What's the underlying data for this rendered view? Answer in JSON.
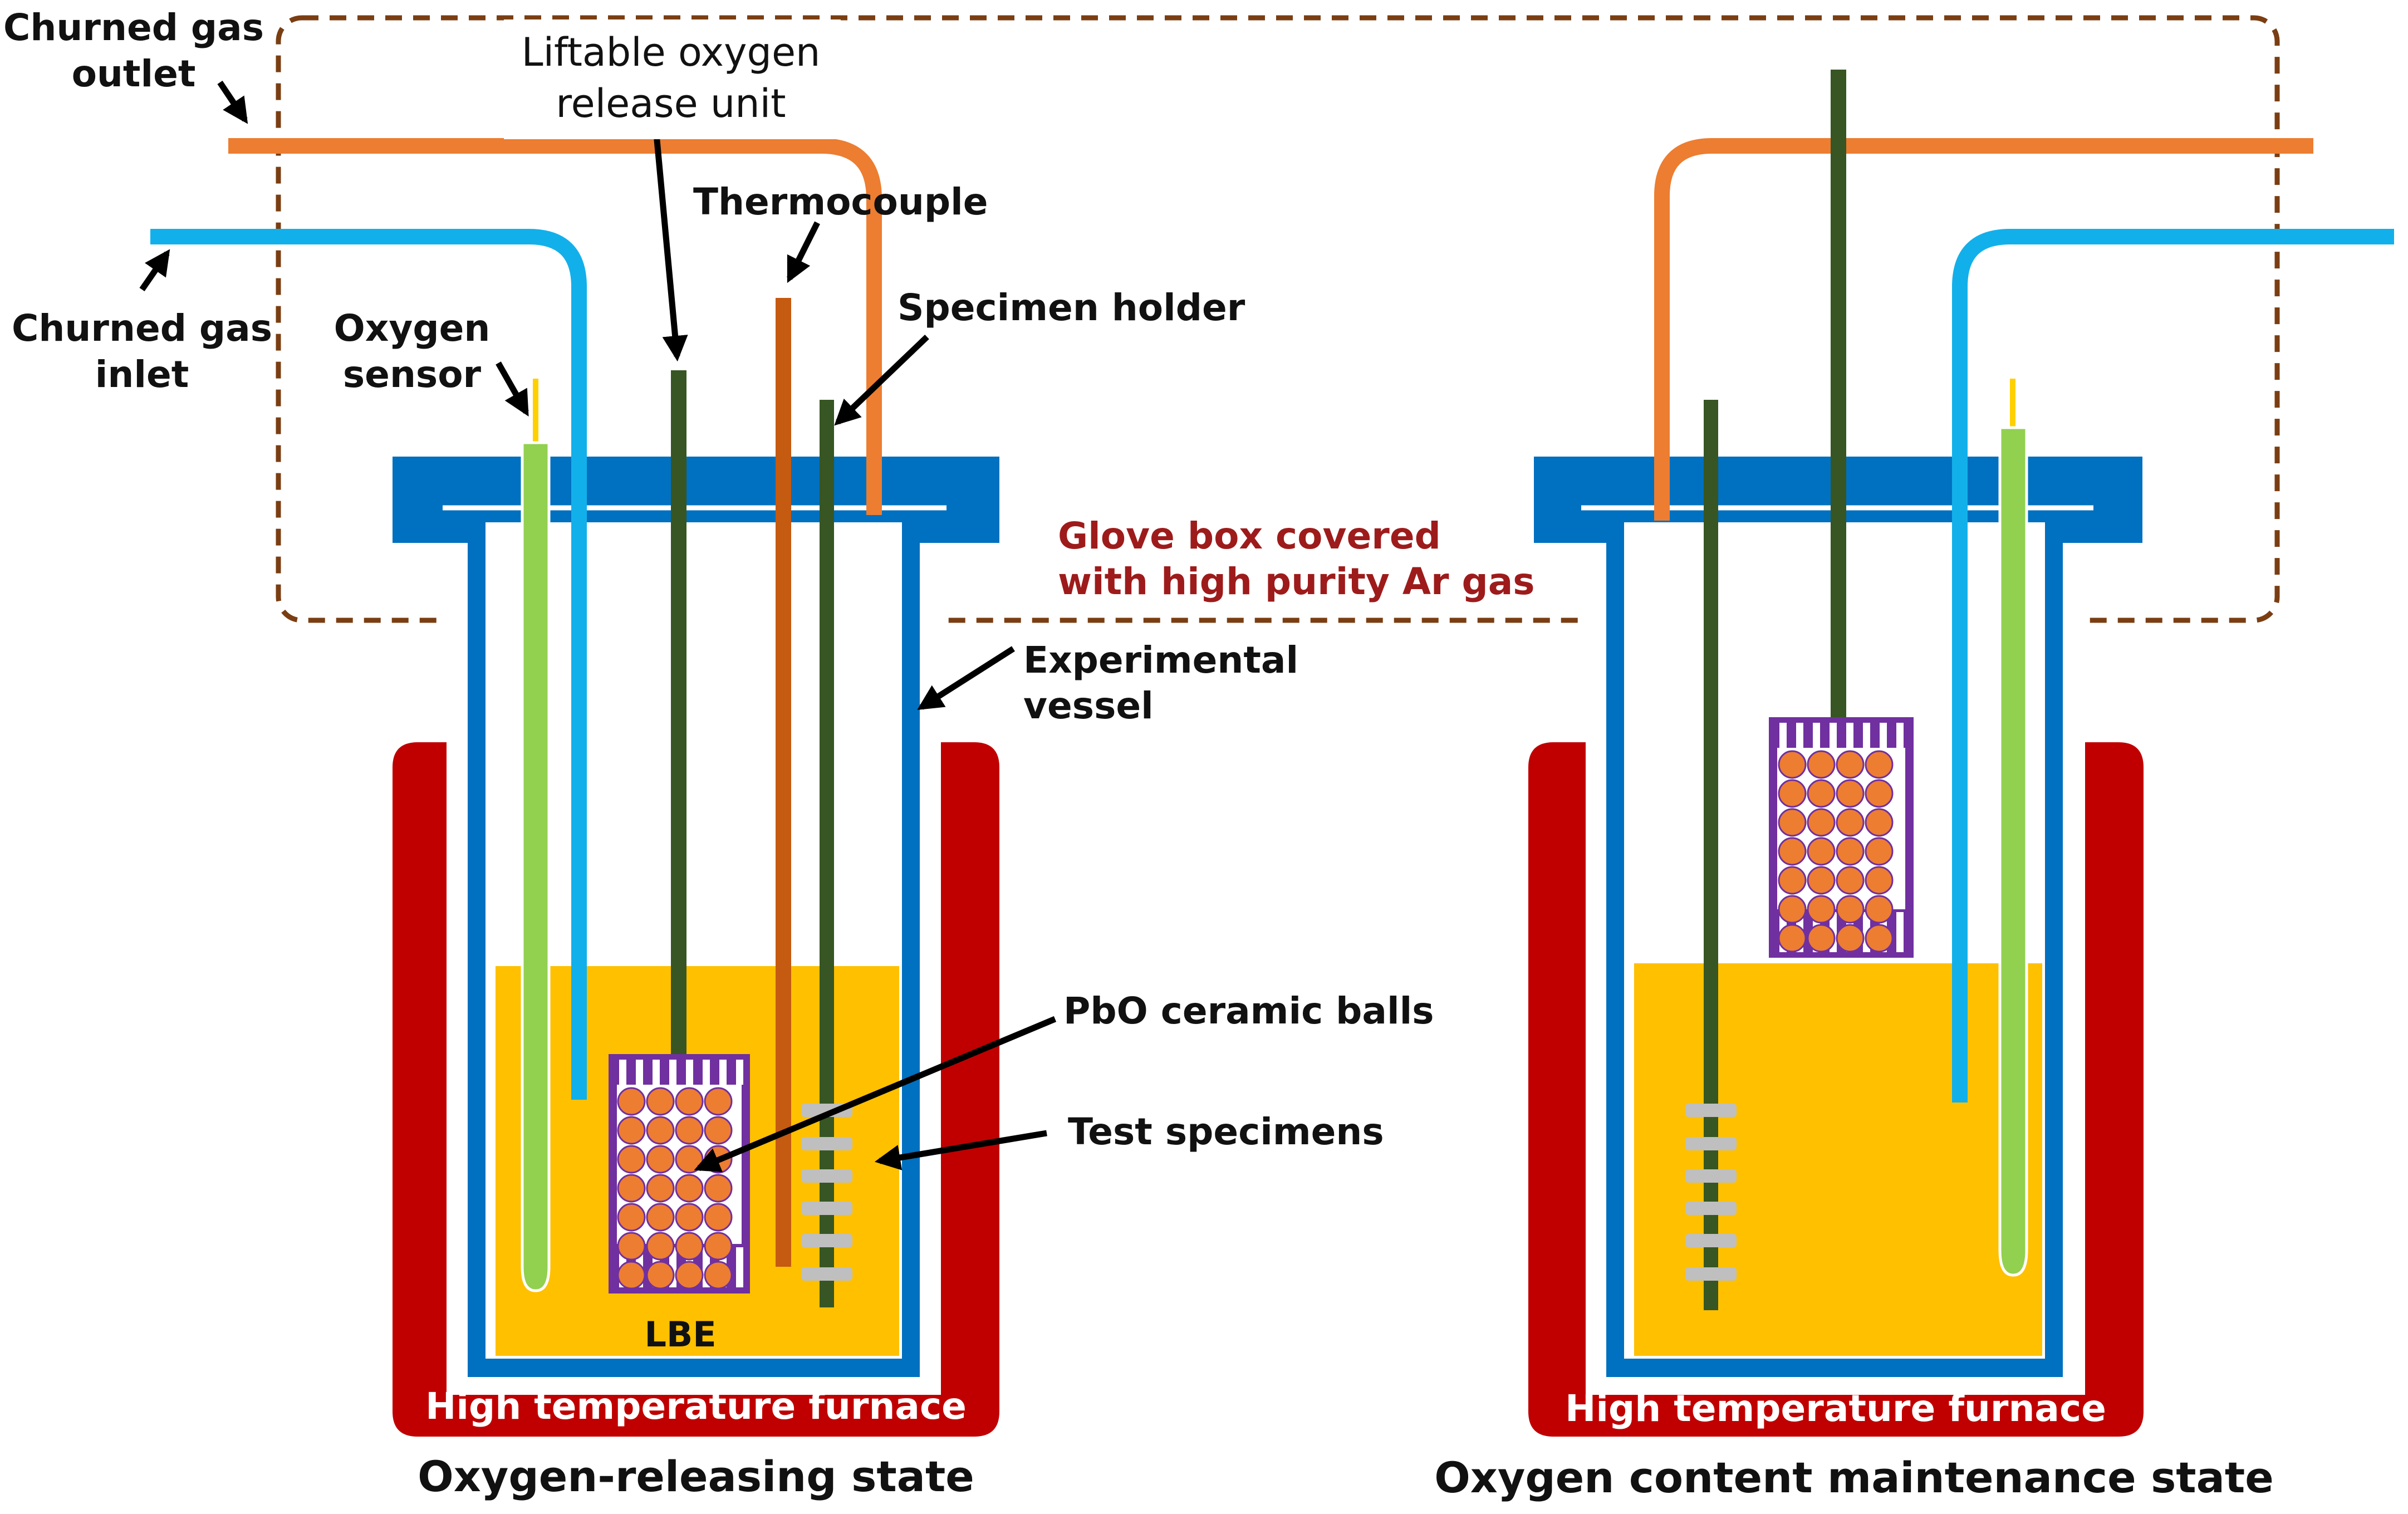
{
  "labels": {
    "churned_gas_outlet": [
      "Churned gas",
      "outlet"
    ],
    "churned_gas_inlet": [
      "Churned gas",
      "inlet"
    ],
    "liftable_oxygen_release_unit": [
      "Liftable oxygen",
      "release unit"
    ],
    "thermocouple": "Thermocouple",
    "specimen_holder": "Specimen holder",
    "oxygen_sensor": [
      "Oxygen",
      "sensor"
    ],
    "glove_box": [
      "Glove box covered",
      "with high purity Ar gas"
    ],
    "experimental_vessel": [
      "Experimental",
      "vessel"
    ],
    "pbo_ceramic_balls": "PbO ceramic balls",
    "test_specimens": "Test specimens",
    "lbe": "LBE",
    "furnace_left": "High temperature furnace",
    "furnace_right": "High temperature furnace",
    "state_left": "Oxygen-releasing state",
    "state_right": "Oxygen content maintenance state"
  },
  "colors": {
    "glove_box_border": "#7a3e12",
    "furnace": "#c00000",
    "vessel": "#0070c0",
    "lbe": "#ffc000",
    "gas_outlet_pipe": "#ed7d31",
    "gas_inlet_pipe": "#12b0ea",
    "rod": "#375623",
    "thermocouple": "#c55a11",
    "sensor_tube": "#92d050",
    "sensor_tip": "#ffd000",
    "cage": "#7030a0",
    "ball": "#ed7d31",
    "specimen": "#bfbfbf",
    "glove_box_text": "#9e1b1b"
  }
}
